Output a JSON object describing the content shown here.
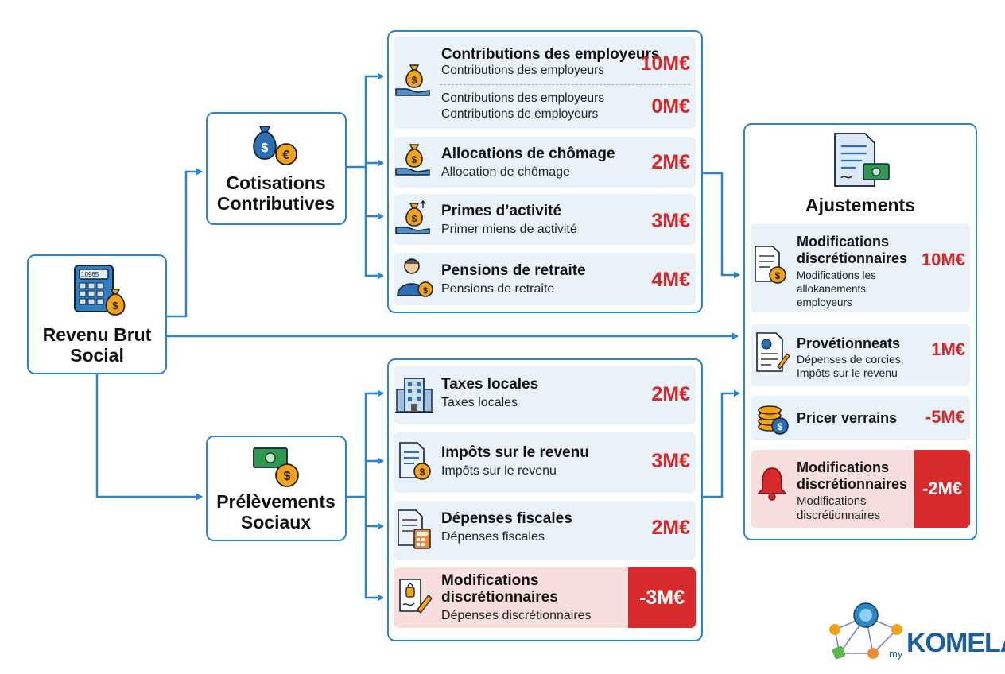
{
  "root": {
    "title": "Revenu Brut Social"
  },
  "calc_display": "10965",
  "cotisations": {
    "title": "Cotisations Contributives",
    "items": [
      {
        "title": "Contributions des employeurs",
        "sub": "Contributions des employeurs",
        "amount": "10M€"
      },
      {
        "sub1": "Contributions des employeurs",
        "sub2": "Contributions de employeurs",
        "amount": "0M€"
      },
      {
        "title": "Allocations de chômage",
        "sub": "Allocation de chômage",
        "amount": "2M€"
      },
      {
        "title": "Primes d’activité",
        "sub": "Primer miens de activité",
        "amount": "3M€"
      },
      {
        "title": "Pensions de retraite",
        "sub": "Pensions de retraite",
        "amount": "4M€"
      }
    ]
  },
  "prelevements": {
    "title": "Prélèvements Sociaux",
    "items": [
      {
        "title": "Taxes locales",
        "sub": "Taxes locales",
        "amount": "2M€"
      },
      {
        "title": "Impôts sur le revenu",
        "sub": "Impôts sur le revenu",
        "amount": "3M€"
      },
      {
        "title": "Dépenses fiscales",
        "sub": "Dépenses fiscales",
        "amount": "2M€"
      },
      {
        "title": "Modifications discrétionnaires",
        "sub": "Dépenses discrétionnaires",
        "amount": "-3M€"
      }
    ]
  },
  "ajustements": {
    "title": "Ajustements",
    "items": [
      {
        "title": "Modifications discrétionnaires",
        "sub1": "Modifications les",
        "sub2": "allokanements",
        "sub3": "employeurs",
        "amount": "10M€"
      },
      {
        "title": "Provétionneats",
        "sub1": "Dépenses de corcies,",
        "sub2": "Impôts sur le revenu",
        "amount": "1M€"
      },
      {
        "title": "Pricer verrains",
        "amount": "-5M€"
      },
      {
        "title": "Modifications discrétionnaires",
        "sub1": "Modifications",
        "sub2": "discrétionnaires",
        "amount": "-2M€"
      }
    ]
  },
  "logo": {
    "prefix": "my",
    "name": "KOMELA"
  },
  "colors": {
    "accent": "#2a86c8",
    "card": "#eaf2f9",
    "negative": "#d62828",
    "negative_bg": "#f9dede",
    "coin": "#f2a31b"
  },
  "icons": [
    "calculator-icon",
    "money-bag-icon",
    "euro-coin-icon",
    "hand-money-bag-icon",
    "retiree-icon",
    "building-icon",
    "tax-document-icon",
    "calculator-document-icon",
    "signed-document-icon",
    "banknote-icon",
    "coin-stack-icon",
    "bell-icon",
    "contract-icon",
    "network-logo-icon"
  ]
}
